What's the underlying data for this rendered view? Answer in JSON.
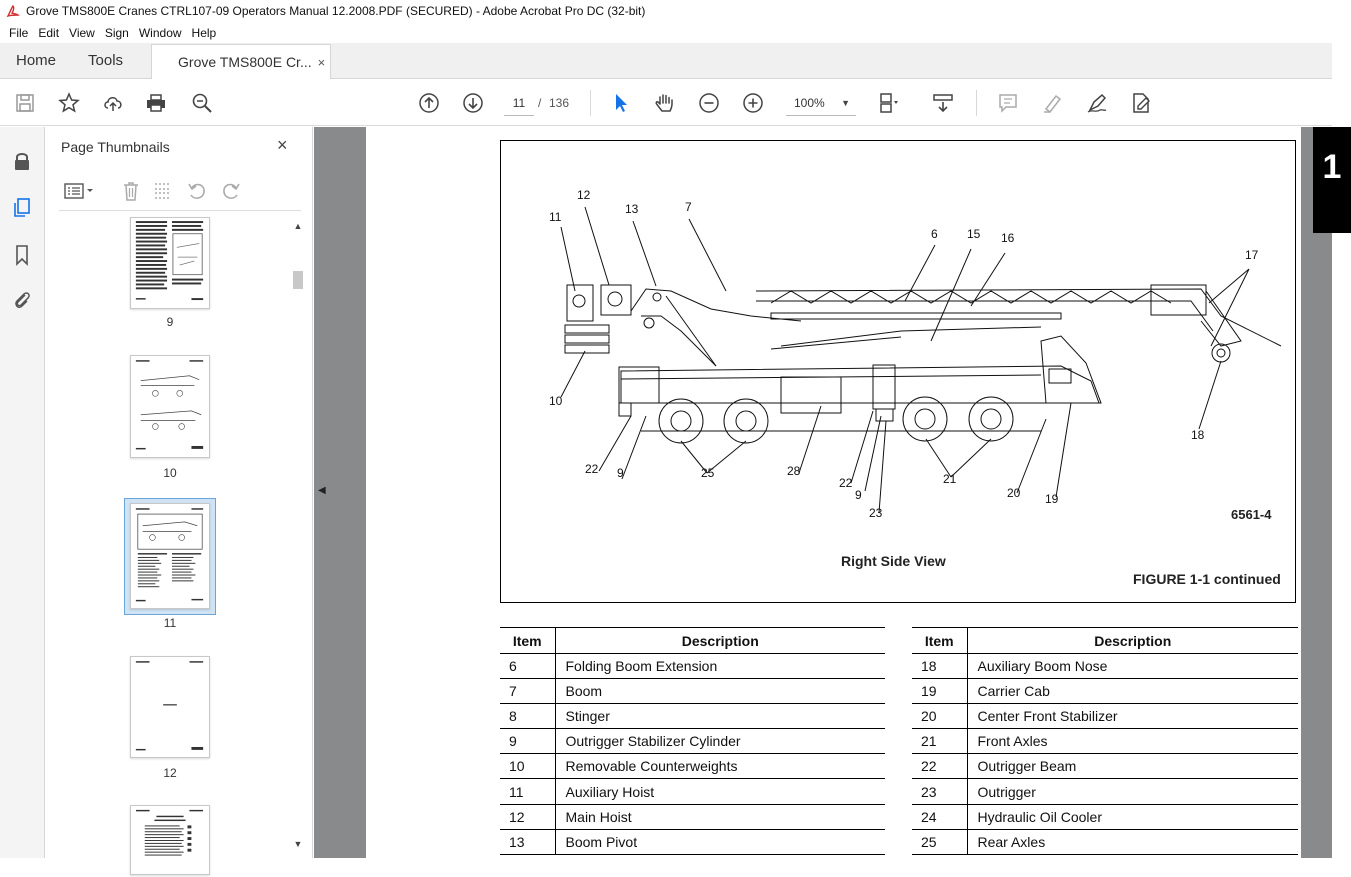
{
  "window": {
    "title": "Grove TMS800E Cranes CTRL107-09 Operators Manual 12.2008.PDF (SECURED) - Adobe Acrobat Pro DC (32-bit)"
  },
  "menu": [
    "File",
    "Edit",
    "View",
    "Sign",
    "Window",
    "Help"
  ],
  "tabs": {
    "home": "Home",
    "tools": "Tools",
    "document": "Grove TMS800E Cr...",
    "close": "×"
  },
  "toolbar": {
    "current_page": "11",
    "separator": "/",
    "total_pages": "136",
    "zoom": "100%"
  },
  "thumbnails_panel": {
    "title": "Page Thumbnails",
    "close": "×",
    "pages": [
      {
        "label": "9"
      },
      {
        "label": "10"
      },
      {
        "label": "11",
        "selected": true
      },
      {
        "label": "12"
      },
      {
        "label": ""
      }
    ]
  },
  "document": {
    "chapter_tab": "1",
    "figure": {
      "callouts": [
        "11",
        "12",
        "13",
        "7",
        "6",
        "15",
        "16",
        "17",
        "10",
        "18",
        "22",
        "9",
        "25",
        "28",
        "22",
        "9",
        "23",
        "21",
        "20",
        "19"
      ],
      "code": "6561-4",
      "view_caption": "Right Side View",
      "figure_caption": "FIGURE 1-1 continued"
    },
    "tables": {
      "left": {
        "header": {
          "item": "Item",
          "description": "Description"
        },
        "rows": [
          {
            "item": "6",
            "description": "Folding Boom Extension"
          },
          {
            "item": "7",
            "description": "Boom"
          },
          {
            "item": "8",
            "description": "Stinger"
          },
          {
            "item": "9",
            "description": "Outrigger Stabilizer Cylinder"
          },
          {
            "item": "10",
            "description": "Removable Counterweights"
          },
          {
            "item": "11",
            "description": "Auxiliary Hoist"
          },
          {
            "item": "12",
            "description": "Main Hoist"
          },
          {
            "item": "13",
            "description": "Boom Pivot"
          }
        ]
      },
      "right": {
        "header": {
          "item": "Item",
          "description": "Description"
        },
        "rows": [
          {
            "item": "18",
            "description": "Auxiliary Boom Nose"
          },
          {
            "item": "19",
            "description": "Carrier Cab"
          },
          {
            "item": "20",
            "description": "Center Front Stabilizer"
          },
          {
            "item": "21",
            "description": "Front Axles"
          },
          {
            "item": "22",
            "description": "Outrigger Beam"
          },
          {
            "item": "23",
            "description": "Outrigger"
          },
          {
            "item": "24",
            "description": "Hydraulic Oil Cooler"
          },
          {
            "item": "25",
            "description": "Rear Axles"
          }
        ]
      }
    }
  },
  "colors": {
    "selection": "#cfe3f5",
    "doc_background": "#888a8c",
    "accent_red": "#d32f2f",
    "cursor_blue": "#1473e6"
  }
}
